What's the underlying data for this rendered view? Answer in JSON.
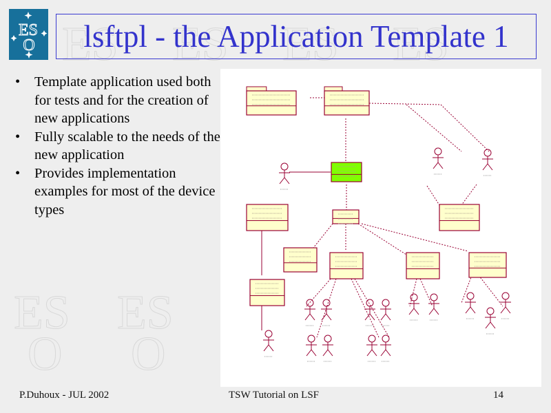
{
  "logo": {
    "text": "ESO"
  },
  "title": "lsftpl - the Application Template 1",
  "bullets": [
    {
      "marker": "•",
      "text": "Template application used both for tests and for the creation of new applications"
    },
    {
      "marker": "•",
      "text": "Fully scalable to the needs of the new application"
    },
    {
      "marker": "•",
      "text": "Provides implementation examples for most of the device types"
    }
  ],
  "footer": {
    "author": "P.Duhoux - JUL 2002",
    "center": "TSW Tutorial on LSF",
    "page": "14"
  },
  "colors": {
    "title": "#3333cc",
    "logo_bg": "#17709b",
    "uml_line": "#990033",
    "uml_box": "#ffffcc",
    "uml_green": "#80ff00"
  }
}
